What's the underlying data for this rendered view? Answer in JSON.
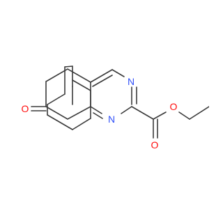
{
  "molecule": {
    "atoms": [
      {
        "id": "O_ketone",
        "symbol": "O",
        "color": "#ff0d0d"
      },
      {
        "id": "N3",
        "symbol": "N",
        "color": "#3050f8"
      },
      {
        "id": "N1",
        "symbol": "N",
        "color": "#3050f8"
      },
      {
        "id": "O_ester_carbonyl",
        "symbol": "O",
        "color": "#ff0d0d"
      },
      {
        "id": "O_ester_ether",
        "symbol": "O",
        "color": "#ff0d0d"
      }
    ],
    "bond_color": "#3a3a3a"
  }
}
